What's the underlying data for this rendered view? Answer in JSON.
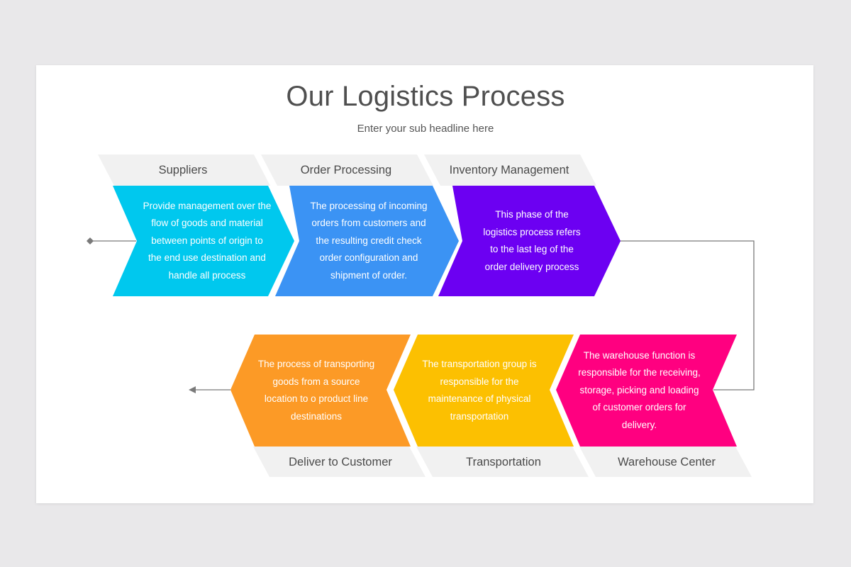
{
  "header": {
    "title": "Our Logistics Process",
    "subtitle": "Enter your sub headline here"
  },
  "colors": {
    "background": "#e9e8ea",
    "slide": "#ffffff",
    "tab": "#f1f1f1",
    "connector": "#7a7a7a"
  },
  "steps": [
    {
      "label": "Suppliers",
      "color": "#00c8ee",
      "description": "Provide management over the\nflow of goods and material\nbetween points of origin to\nthe end use destination and\nhandle all process"
    },
    {
      "label": "Order Processing",
      "color": "#3b93f4",
      "description": "The processing of incoming\norders from customers and\nthe resulting credit check\norder configuration and\nshipment of order."
    },
    {
      "label": "Inventory Management",
      "color": "#6c00f2",
      "description": "This phase of the\nlogistics process refers\nto the last leg of the\norder delivery process"
    },
    {
      "label": "Warehouse Center",
      "color": "#ff0080",
      "description": "The warehouse function is\nresponsible for the receiving,\nstorage, picking and loading\nof customer orders for\ndelivery."
    },
    {
      "label": "Transportation",
      "color": "#fcc001",
      "description": "The transportation group is\nresponsible for the\nmaintenance of physical\ntransportation"
    },
    {
      "label": "Deliver to Customer",
      "color": "#fc9a26",
      "description": "The process of transporting\ngoods from a source\nlocation to o product line\ndestinations"
    }
  ]
}
